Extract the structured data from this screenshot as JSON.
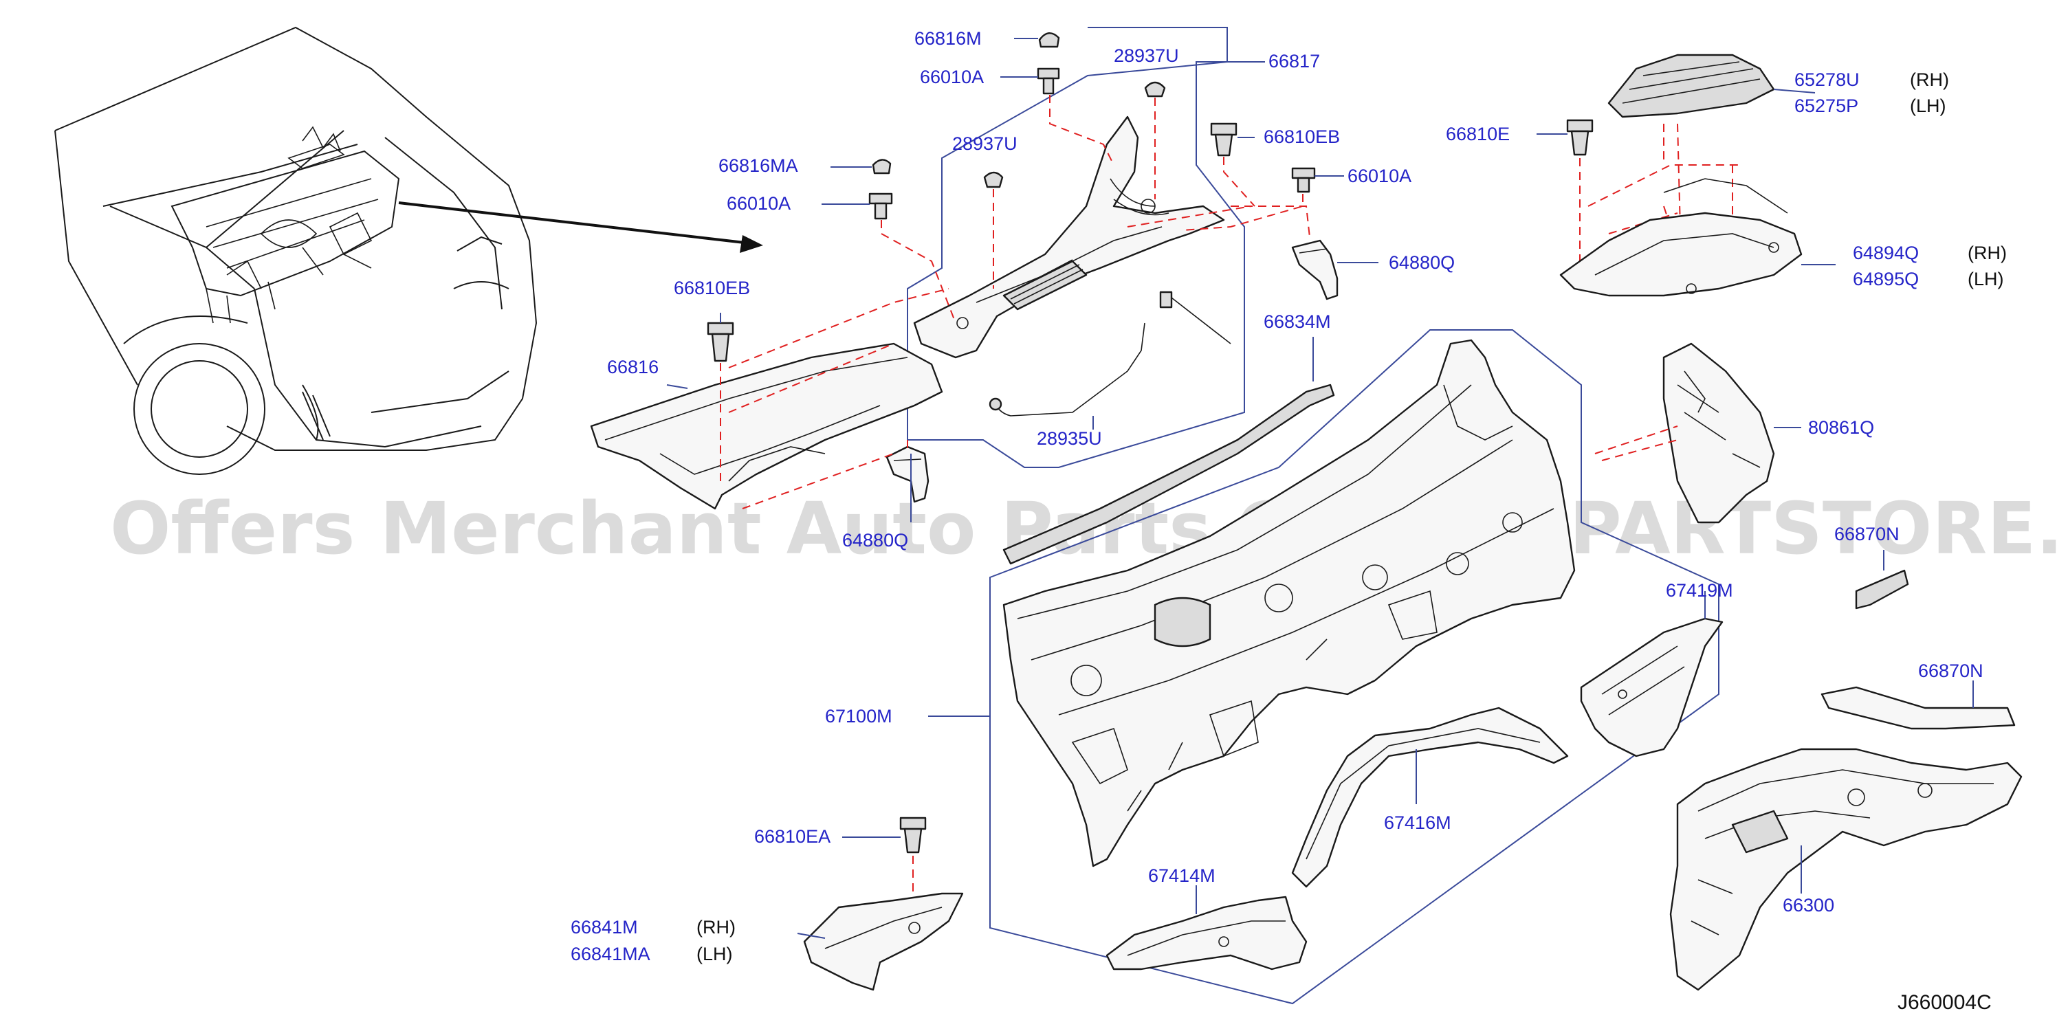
{
  "labels": {
    "p66816M": "66816M",
    "p66010A_top": "66010A",
    "p28937U_top": "28937U",
    "p66817": "66817",
    "p66816MA": "66816MA",
    "p66010A_left": "66010A",
    "p28937U_mid": "28937U",
    "p66810EB_right": "66810EB",
    "p66010A_right": "66010A",
    "p64880Q": "64880Q",
    "p66810EB_left": "66810EB",
    "p66816": "66816",
    "p28935U": "28935U",
    "p64880_hidden": "64880Q",
    "p66834M": "66834M",
    "p65278U": "65278U",
    "p65275P": "65275P",
    "p66810E": "66810E",
    "p64894Q": "64894Q",
    "p64895Q": "64895Q",
    "p80861Q": "80861Q",
    "p66870N_top": "66870N",
    "p67419M": "67419M",
    "p66870N_bottom": "66870N",
    "p67100M": "67100M",
    "p67416M": "67416M",
    "p66810EA": "66810EA",
    "p67414M": "67414M",
    "p66841M": "66841M",
    "p66841MA": "66841MA",
    "p66300": "66300"
  },
  "sides": {
    "rh1": "(RH)",
    "lh1": "(LH)",
    "rh2": "(RH)",
    "lh2": "(LH)",
    "rh3": "(RH)",
    "lh3": "(LH)"
  },
  "diagram_code": "J660004C",
  "watermark": "Offers Merchant Auto Parts Catalog PARTSTORE.SA",
  "colors": {
    "label": "#2424c8",
    "leader": "#3a4a9a",
    "dashed": "#e02020"
  }
}
